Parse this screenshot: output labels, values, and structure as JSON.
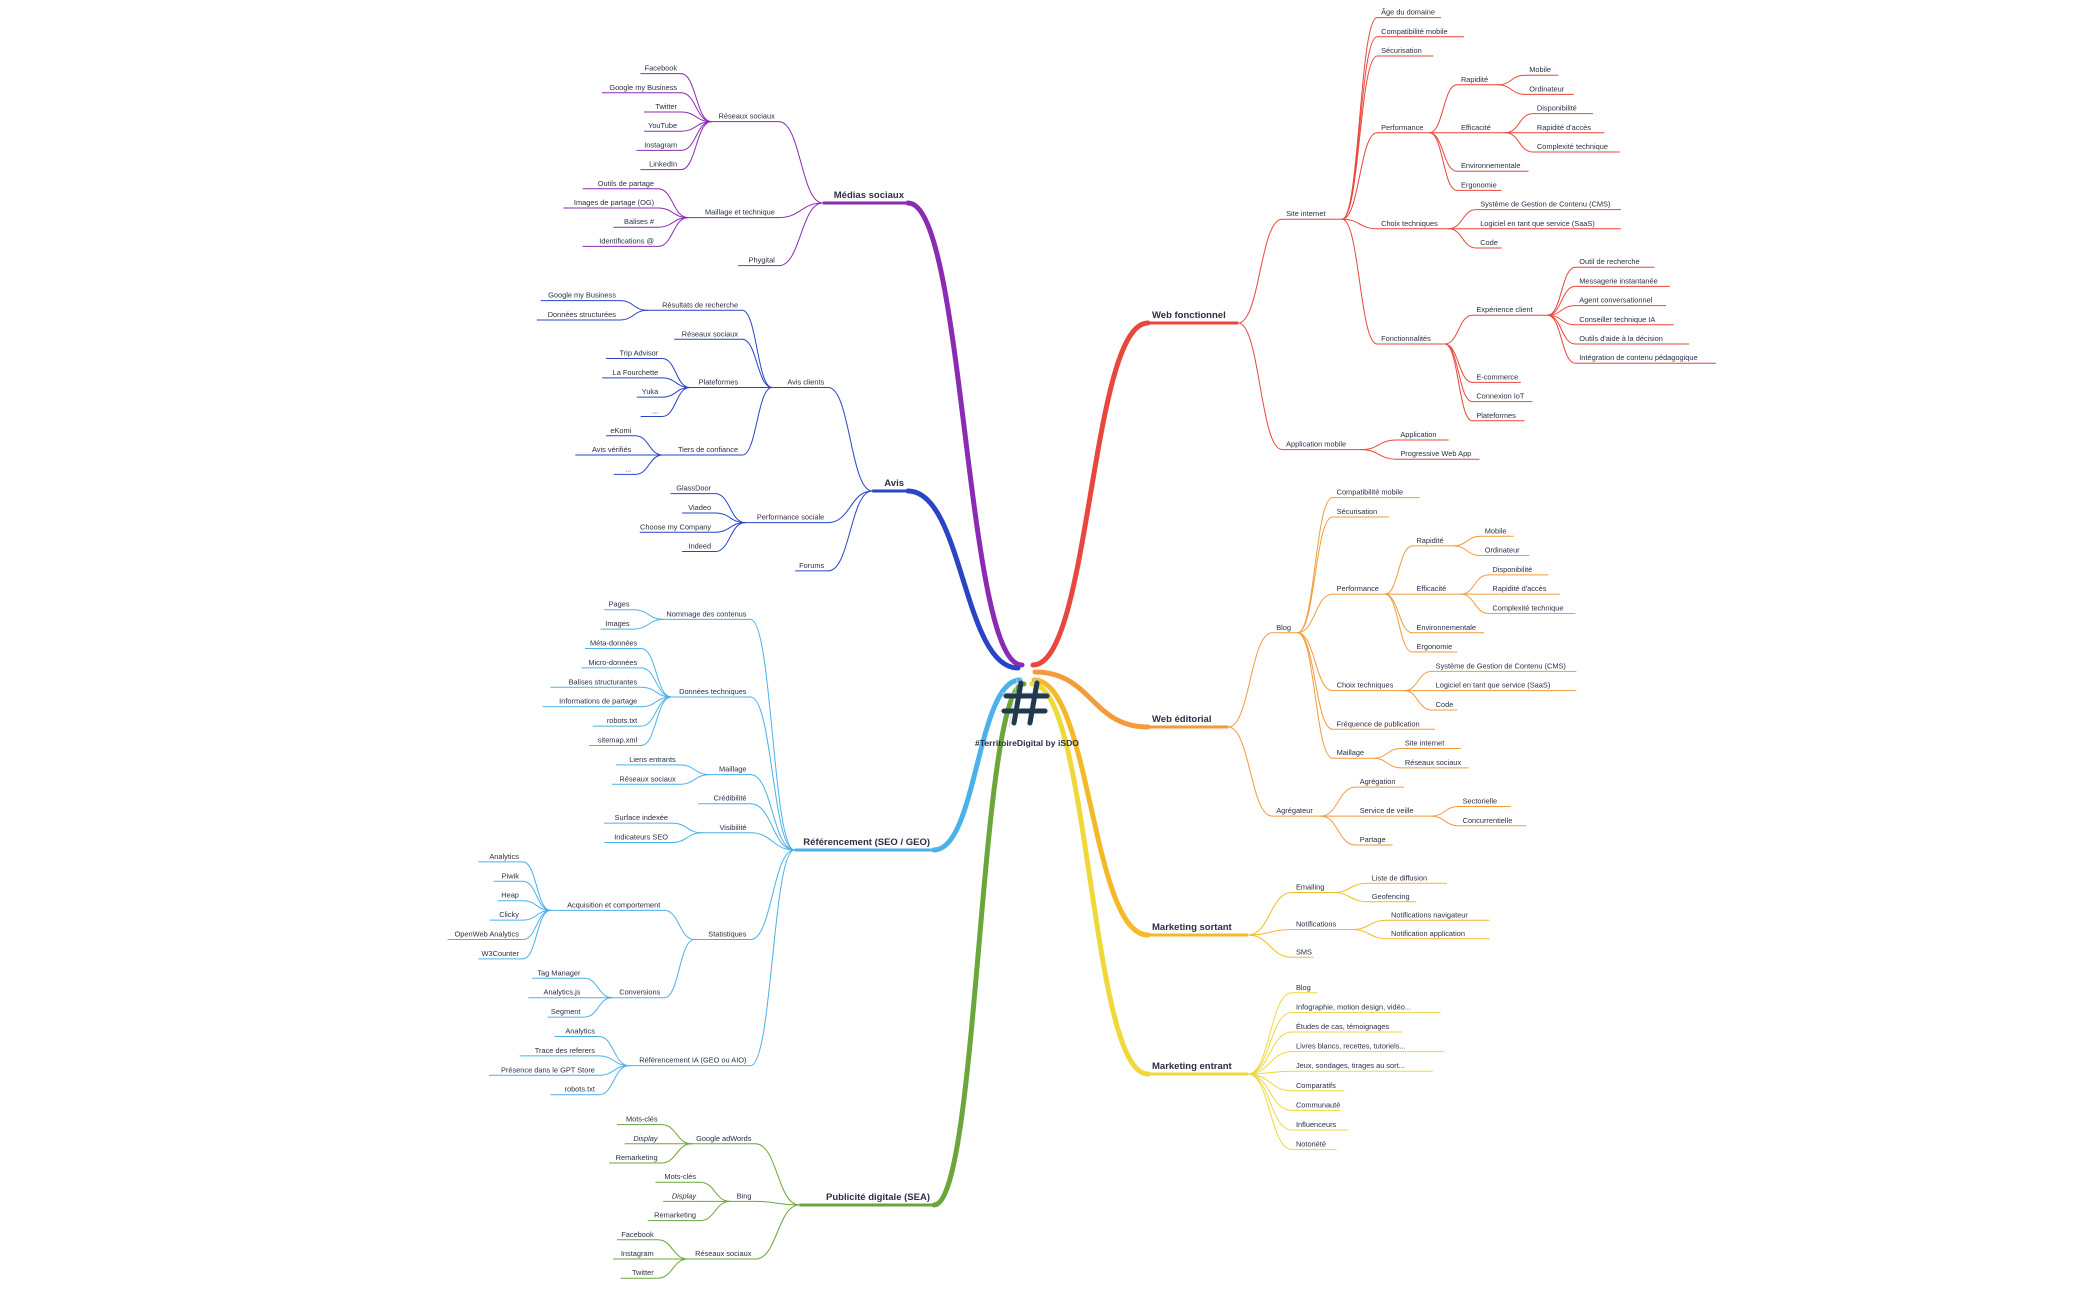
{
  "root": {
    "label": "#TerritoireDigital by iSDO",
    "icon": "hashtag-icon"
  },
  "colors": {
    "web_fonctionnel": "#e8473d",
    "web_editorial": "#f59a3a",
    "marketing_sortant": "#f4b928",
    "marketing_entrant": "#efd83a",
    "sea": "#6aa63a",
    "seo": "#4ab1ea",
    "avis": "#2a44c6",
    "medias_sociaux": "#8a2bb3"
  },
  "branches": [
    {
      "key": "web_fonctionnel",
      "label": "Web fonctionnel",
      "children": [
        {
          "label": "Site internet",
          "children": [
            {
              "label": "Âge du domaine"
            },
            {
              "label": "Compatibilité mobile"
            },
            {
              "label": "Sécurisation"
            },
            {
              "label": "Performance",
              "children": [
                {
                  "label": "Rapidité",
                  "children": [
                    {
                      "label": "Mobile"
                    },
                    {
                      "label": "Ordinateur"
                    }
                  ]
                },
                {
                  "label": "Efficacité",
                  "children": [
                    {
                      "label": "Disponibilité"
                    },
                    {
                      "label": "Rapidité d'accès"
                    },
                    {
                      "label": "Complexité technique"
                    }
                  ]
                },
                {
                  "label": "Environnementale"
                },
                {
                  "label": "Ergonomie"
                }
              ]
            },
            {
              "label": "Choix techniques",
              "children": [
                {
                  "label": "Système de Gestion de Contenu (CMS)"
                },
                {
                  "label": "Logiciel en tant que service (SaaS)"
                },
                {
                  "label": "Code"
                }
              ]
            },
            {
              "label": "Fonctionnalités",
              "children": [
                {
                  "label": "Expérience client",
                  "children": [
                    {
                      "label": "Outil de recherche"
                    },
                    {
                      "label": "Messagerie instantanée"
                    },
                    {
                      "label": "Agent conversationnel"
                    },
                    {
                      "label": "Conseiller technique IA"
                    },
                    {
                      "label": "Outils d'aide à la décision"
                    },
                    {
                      "label": "Intégration de contenu pédagogique"
                    }
                  ]
                },
                {
                  "label": "E-commerce"
                },
                {
                  "label": "Connexion IoT"
                },
                {
                  "label": "Plateformes"
                }
              ]
            }
          ]
        },
        {
          "label": "Application mobile",
          "children": [
            {
              "label": "Application"
            },
            {
              "label": "Progressive Web App"
            }
          ]
        }
      ]
    },
    {
      "key": "web_editorial",
      "label": "Web éditorial",
      "children": [
        {
          "label": "Blog",
          "children": [
            {
              "label": "Compatibilité mobile"
            },
            {
              "label": "Sécurisation"
            },
            {
              "label": "Performance",
              "children": [
                {
                  "label": "Rapidité",
                  "children": [
                    {
                      "label": "Mobile"
                    },
                    {
                      "label": "Ordinateur"
                    }
                  ]
                },
                {
                  "label": "Efficacité",
                  "children": [
                    {
                      "label": "Disponibilité"
                    },
                    {
                      "label": "Rapidité d'accès"
                    },
                    {
                      "label": "Complexité technique"
                    }
                  ]
                },
                {
                  "label": "Environnementale"
                },
                {
                  "label": "Ergonomie"
                }
              ]
            },
            {
              "label": "Choix techniques",
              "children": [
                {
                  "label": "Système de Gestion de Contenu (CMS)"
                },
                {
                  "label": "Logiciel en tant que service (SaaS)"
                },
                {
                  "label": "Code"
                }
              ]
            },
            {
              "label": "Fréquence de publication"
            },
            {
              "label": "Maillage",
              "children": [
                {
                  "label": "Site internet"
                },
                {
                  "label": "Réseaux sociaux"
                }
              ]
            }
          ]
        },
        {
          "label": "Agrégateur",
          "children": [
            {
              "label": "Agrégation"
            },
            {
              "label": "Service de veille",
              "children": [
                {
                  "label": "Sectorielle"
                },
                {
                  "label": "Concurrentielle"
                }
              ]
            },
            {
              "label": "Partage"
            }
          ]
        }
      ]
    },
    {
      "key": "marketing_sortant",
      "label": "Marketing sortant",
      "children": [
        {
          "label": "Emailing",
          "children": [
            {
              "label": "Liste de diffusion"
            },
            {
              "label": "Geofencing"
            }
          ]
        },
        {
          "label": "Notifications",
          "children": [
            {
              "label": "Notifications navigateur"
            },
            {
              "label": "Notification application"
            }
          ]
        },
        {
          "label": "SMS"
        }
      ]
    },
    {
      "key": "marketing_entrant",
      "label": "Marketing entrant",
      "children": [
        {
          "label": "Blog"
        },
        {
          "label": "Infographie, motion design, vidéo..."
        },
        {
          "label": "Études de cas, témoignages"
        },
        {
          "label": "Livres blancs, recettes, tutoriels..."
        },
        {
          "label": "Jeux, sondages, tirages au sort..."
        },
        {
          "label": "Comparatifs"
        },
        {
          "label": "Communauté"
        },
        {
          "label": "Influenceurs"
        },
        {
          "label": "Notoriété"
        }
      ]
    },
    {
      "key": "medias_sociaux",
      "label": "Médias sociaux",
      "children": [
        {
          "label": "Réseaux sociaux",
          "children": [
            {
              "label": "Facebook"
            },
            {
              "label": "Google my Business"
            },
            {
              "label": "Twitter"
            },
            {
              "label": "YouTube"
            },
            {
              "label": "Instagram"
            },
            {
              "label": "LinkedIn"
            }
          ]
        },
        {
          "label": "Maillage et technique",
          "children": [
            {
              "label": "Outils de partage"
            },
            {
              "label": "Images de partage (OG)"
            },
            {
              "label": "Balises #"
            },
            {
              "label": "Identifications @"
            }
          ]
        },
        {
          "label": "Phygital"
        }
      ]
    },
    {
      "key": "avis",
      "label": "Avis",
      "children": [
        {
          "label": "Avis clients",
          "children": [
            {
              "label": "Résultats de recherche",
              "children": [
                {
                  "label": "Google my Business"
                },
                {
                  "label": "Données structurées"
                }
              ]
            },
            {
              "label": "Réseaux sociaux"
            },
            {
              "label": "Plateformes",
              "children": [
                {
                  "label": "Trip Advisor"
                },
                {
                  "label": "La Fourchette"
                },
                {
                  "label": "Yuka"
                },
                {
                  "label": "..."
                }
              ]
            },
            {
              "label": "Tiers de confiance",
              "children": [
                {
                  "label": "eKomi"
                },
                {
                  "label": "Avis vérifiés"
                },
                {
                  "label": "..."
                }
              ]
            }
          ]
        },
        {
          "label": "Performance sociale",
          "children": [
            {
              "label": "GlassDoor"
            },
            {
              "label": "Viadeo"
            },
            {
              "label": "Choose my Company"
            },
            {
              "label": "Indeed"
            }
          ]
        },
        {
          "label": "Forums"
        }
      ]
    },
    {
      "key": "seo",
      "label": "Référencement (SEO / GEO)",
      "children": [
        {
          "label": "Nommage des contenus",
          "children": [
            {
              "label": "Pages"
            },
            {
              "label": "Images"
            }
          ]
        },
        {
          "label": "Données techniques",
          "children": [
            {
              "label": "Méta-données"
            },
            {
              "label": "Micro-données"
            },
            {
              "label": "Balises structurantes"
            },
            {
              "label": "Informations de partage"
            },
            {
              "label": "robots.txt"
            },
            {
              "label": "sitemap.xml"
            }
          ]
        },
        {
          "label": "Maillage",
          "children": [
            {
              "label": "Liens entrants"
            },
            {
              "label": "Réseaux sociaux"
            }
          ]
        },
        {
          "label": "Crédibilité"
        },
        {
          "label": "Visibilité",
          "children": [
            {
              "label": "Surface indexée"
            },
            {
              "label": "Indicateurs SEO"
            }
          ]
        },
        {
          "label": "Statistiques",
          "children": [
            {
              "label": "Acquisition et comportement",
              "children": [
                {
                  "label": "Analytics"
                },
                {
                  "label": "Piwik"
                },
                {
                  "label": "Heap"
                },
                {
                  "label": "Clicky"
                },
                {
                  "label": "OpenWeb Analytics"
                },
                {
                  "label": "W3Counter"
                }
              ]
            },
            {
              "label": "Conversions",
              "children": [
                {
                  "label": "Tag Manager"
                },
                {
                  "label": "Analytics.js"
                },
                {
                  "label": "Segment"
                }
              ]
            }
          ]
        },
        {
          "label": "Référencement IA (GEO ou AIO)",
          "children": [
            {
              "label": "Analytics"
            },
            {
              "label": "Trace des referers"
            },
            {
              "label": "Présence dans le GPT Store"
            },
            {
              "label": "robots.txt"
            }
          ]
        }
      ]
    },
    {
      "key": "sea",
      "label": "Publicité digitale (SEA)",
      "children": [
        {
          "label": "Google adWords",
          "children": [
            {
              "label": "Mots-clés"
            },
            {
              "label": "Display",
              "italic": true
            },
            {
              "label": "Remarketing"
            }
          ]
        },
        {
          "label": "Bing",
          "children": [
            {
              "label": "Mots-clés"
            },
            {
              "label": "Display",
              "italic": true
            },
            {
              "label": "Remarketing"
            }
          ]
        },
        {
          "label": "Réseaux sociaux",
          "children": [
            {
              "label": "Facebook"
            },
            {
              "label": "Instagram"
            },
            {
              "label": "Twitter"
            }
          ]
        }
      ]
    }
  ]
}
